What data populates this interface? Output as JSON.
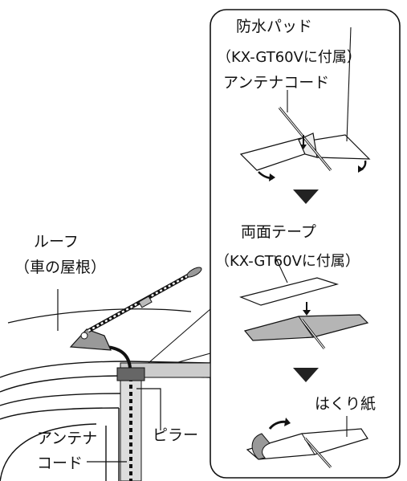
{
  "panel_labels": {
    "pad_title": "防水パッド",
    "pad_note": "（KX-GT60Vに付属）",
    "cord_label": "アンテナコード",
    "tape_title": "両面テープ",
    "tape_note": "（KX-GT60Vに付属）",
    "paper_label": "はくり紙"
  },
  "car_labels": {
    "roof": "ルーフ",
    "roof_note": "（車の屋根）",
    "pillar": "ピラー",
    "cord_line1": "アンテナ",
    "cord_line2": "コード"
  }
}
